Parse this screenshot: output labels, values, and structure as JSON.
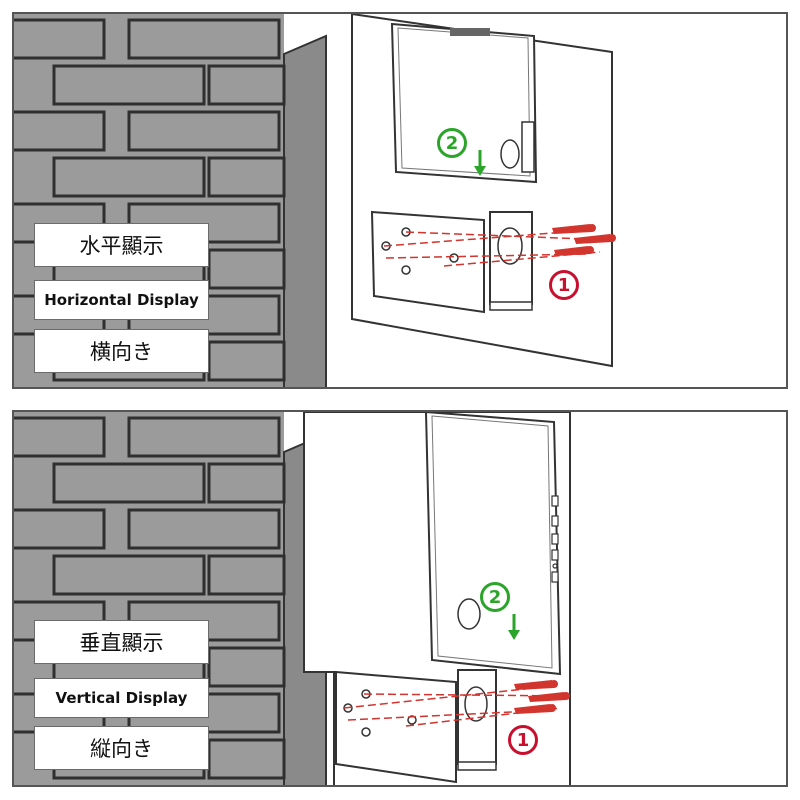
{
  "panels": [
    {
      "id": "horizontal",
      "labels": [
        "水平顯示",
        "Horizontal Display",
        "横向き"
      ],
      "steps": [
        "1",
        "2"
      ]
    },
    {
      "id": "vertical",
      "labels": [
        "垂直顯示",
        "Vertical Display",
        "縦向き"
      ],
      "steps": [
        "1",
        "2"
      ]
    }
  ],
  "colors": {
    "wall": "#9a9a9a",
    "brick_line": "#2f2f2f",
    "screw": "#d2342e",
    "guide_line": "#d2342e",
    "step_1": "#c8102e",
    "step_2": "#2aa52a"
  }
}
